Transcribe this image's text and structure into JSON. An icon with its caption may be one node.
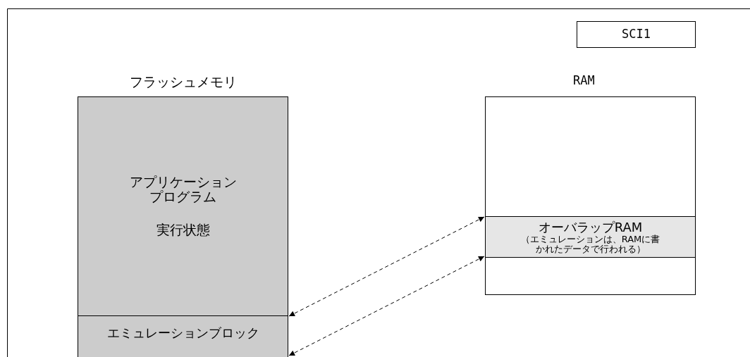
{
  "diagram": {
    "nodes": [
      {
        "text": [
          "フラッシュメモリ"
        ]
      },
      {
        "text": [
          "アプリケーションプログラム",
          "実行状態"
        ],
        "in": 0
      },
      {
        "text": [
          "エミュレーションブロック"
        ],
        "in": 0
      },
      {
        "text": [
          "RAM"
        ]
      },
      {
        "text": [
          "オーバラップRAM",
          "（エミュレーションは、RAMに書かれたデータで行われる）"
        ],
        "in": 3
      },
      {
        "text": [
          "SCI1"
        ]
      }
    ],
    "edges": [
      {
        "from": 2,
        "to": 4,
        "arrow": "both",
        "style": "dashed"
      },
      {
        "from": 2,
        "to": 4,
        "arrow": "both",
        "style": "dashed"
      }
    ]
  }
}
